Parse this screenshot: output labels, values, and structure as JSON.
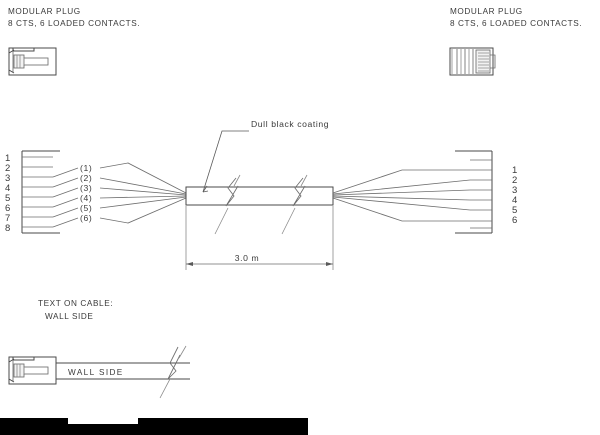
{
  "drawing": {
    "title_left": {
      "line1": "MODULAR PLUG",
      "line2": "8 CTS, 6 LOADED CONTACTS."
    },
    "title_right": {
      "line1": "MODULAR PLUG",
      "line2": "8 CTS, 6 LOADED CONTACTS."
    },
    "coating_note": "Dull black coating",
    "dimension": "3.0 m",
    "text_on_cable": {
      "line1": "TEXT ON CABLE:",
      "line2": "WALL SIDE"
    },
    "cable_marking": "WALL  SIDE",
    "left_connector": {
      "pin_numbers": [
        "1",
        "2",
        "3",
        "4",
        "5",
        "6",
        "7",
        "8"
      ],
      "wire_labels": [
        "(1)",
        "(2)",
        "(3)",
        "(4)",
        "(5)",
        "(6)"
      ]
    },
    "right_connector": {
      "pin_numbers": [
        "1",
        "2",
        "3",
        "4",
        "5",
        "6"
      ]
    },
    "colors": {
      "line": "#6e6e6e",
      "text": "#3a3a3a",
      "bar": "#000000",
      "background": "#ffffff"
    }
  }
}
